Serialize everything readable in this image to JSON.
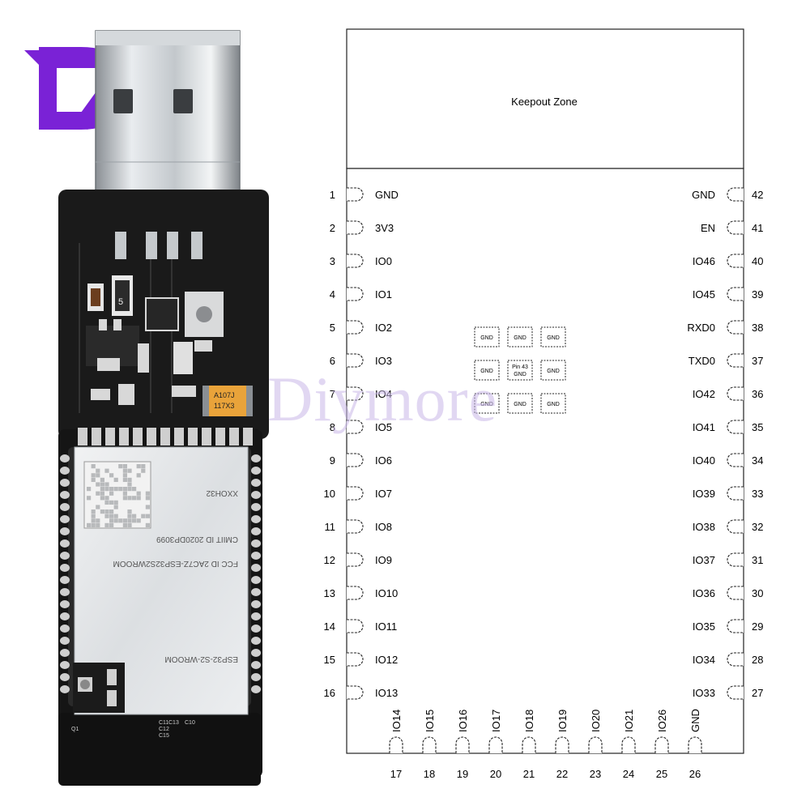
{
  "brand": {
    "logo_letter": "D",
    "logo_color": "#7a22d6"
  },
  "watermark": {
    "text": "Diymore"
  },
  "module_photo": {
    "shield_text": [
      "XXOH32",
      "CMIIT ID 2020DP3099",
      "FCC ID 2AC7Z-ESP32S2WROOM",
      "ESP32-S2-WROOM"
    ],
    "capacitor_text": [
      "A107J",
      "117X3"
    ],
    "regulator_text": "5",
    "silkscreen": [
      "C11",
      "C12",
      "C13",
      "C10",
      "C15",
      "Q1"
    ]
  },
  "pinout": {
    "keepout_label": "Keepout Zone",
    "left_pins": [
      {
        "num": "1",
        "name": "GND"
      },
      {
        "num": "2",
        "name": "3V3"
      },
      {
        "num": "3",
        "name": "IO0"
      },
      {
        "num": "4",
        "name": "IO1"
      },
      {
        "num": "5",
        "name": "IO2"
      },
      {
        "num": "6",
        "name": "IO3"
      },
      {
        "num": "7",
        "name": "IO4"
      },
      {
        "num": "8",
        "name": "IO5"
      },
      {
        "num": "9",
        "name": "IO6"
      },
      {
        "num": "10",
        "name": "IO7"
      },
      {
        "num": "11",
        "name": "IO8"
      },
      {
        "num": "12",
        "name": "IO9"
      },
      {
        "num": "13",
        "name": "IO10"
      },
      {
        "num": "14",
        "name": "IO11"
      },
      {
        "num": "15",
        "name": "IO12"
      },
      {
        "num": "16",
        "name": "IO13"
      }
    ],
    "right_pins": [
      {
        "num": "42",
        "name": "GND"
      },
      {
        "num": "41",
        "name": "EN"
      },
      {
        "num": "40",
        "name": "IO46"
      },
      {
        "num": "39",
        "name": "IO45"
      },
      {
        "num": "38",
        "name": "RXD0"
      },
      {
        "num": "37",
        "name": "TXD0"
      },
      {
        "num": "36",
        "name": "IO42"
      },
      {
        "num": "35",
        "name": "IO41"
      },
      {
        "num": "34",
        "name": "IO40"
      },
      {
        "num": "33",
        "name": "IO39"
      },
      {
        "num": "32",
        "name": "IO38"
      },
      {
        "num": "31",
        "name": "IO37"
      },
      {
        "num": "30",
        "name": "IO36"
      },
      {
        "num": "29",
        "name": "IO35"
      },
      {
        "num": "28",
        "name": "IO34"
      },
      {
        "num": "27",
        "name": "IO33"
      }
    ],
    "bottom_pins": [
      {
        "num": "17",
        "name": "IO14"
      },
      {
        "num": "18",
        "name": "IO15"
      },
      {
        "num": "19",
        "name": "IO16"
      },
      {
        "num": "20",
        "name": "IO17"
      },
      {
        "num": "21",
        "name": "IO18"
      },
      {
        "num": "22",
        "name": "IO19"
      },
      {
        "num": "23",
        "name": "IO20"
      },
      {
        "num": "24",
        "name": "IO21"
      },
      {
        "num": "25",
        "name": "IO26"
      },
      {
        "num": "26",
        "name": "GND"
      }
    ],
    "gnd_pads": [
      "GND",
      "GND",
      "GND",
      "GND",
      "Pin 43 GND",
      "GND",
      "GND",
      "GND",
      "GND"
    ]
  }
}
